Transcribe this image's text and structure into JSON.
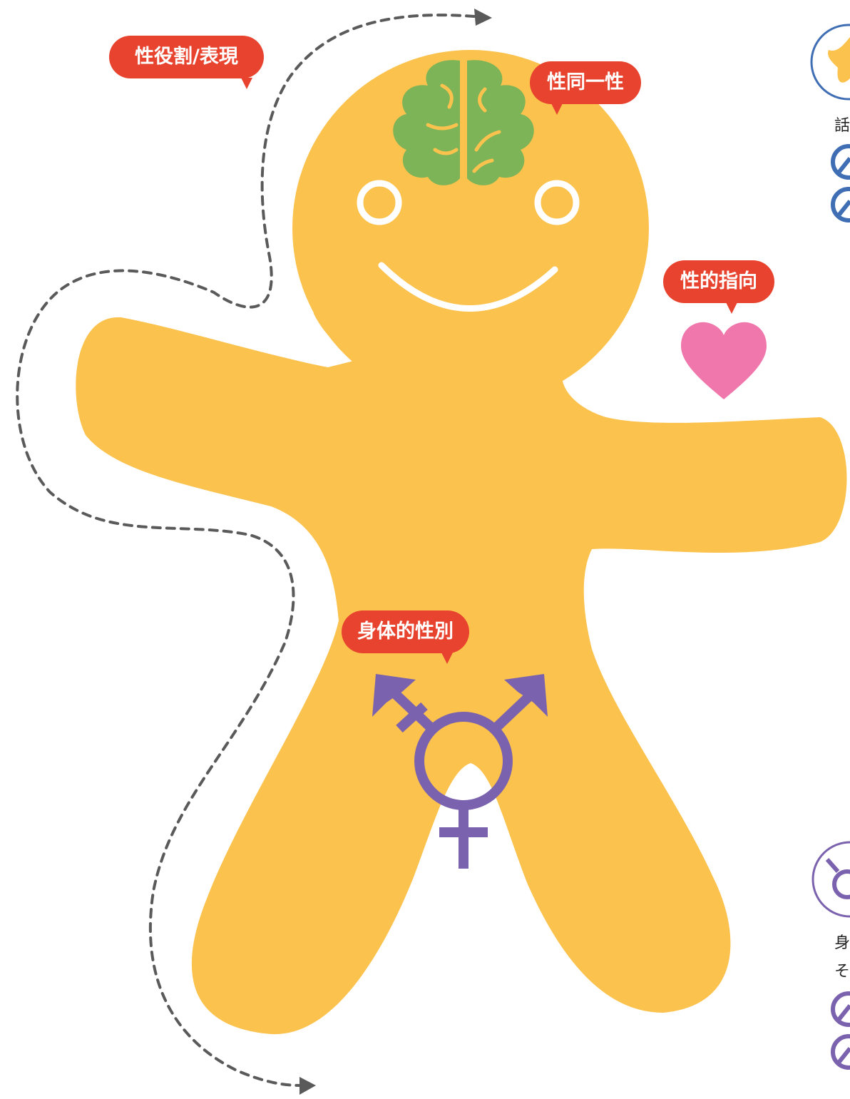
{
  "labels": {
    "gender_role": "性役割/表現",
    "gender_identity": "性同一性",
    "sexual_orientation": "性的指向",
    "biological_sex": "身体的性別"
  },
  "side_panel": {
    "top_text": "話",
    "bottom_text_1": "身",
    "bottom_text_2": "そ"
  },
  "colors": {
    "body": "#FBC24D",
    "label_bg": "#E8432E",
    "brain": "#7DB457",
    "heart": "#F077AC",
    "sex_symbol": "#7B62AE",
    "arrow": "#5A5A5A",
    "panel_blue": "#3F6EB4",
    "panel_purple": "#7B62AE"
  },
  "icons": [
    "gingerbread-figure-icon",
    "brain-icon",
    "heart-icon",
    "transgender-symbol-icon",
    "no-sign-icon"
  ]
}
